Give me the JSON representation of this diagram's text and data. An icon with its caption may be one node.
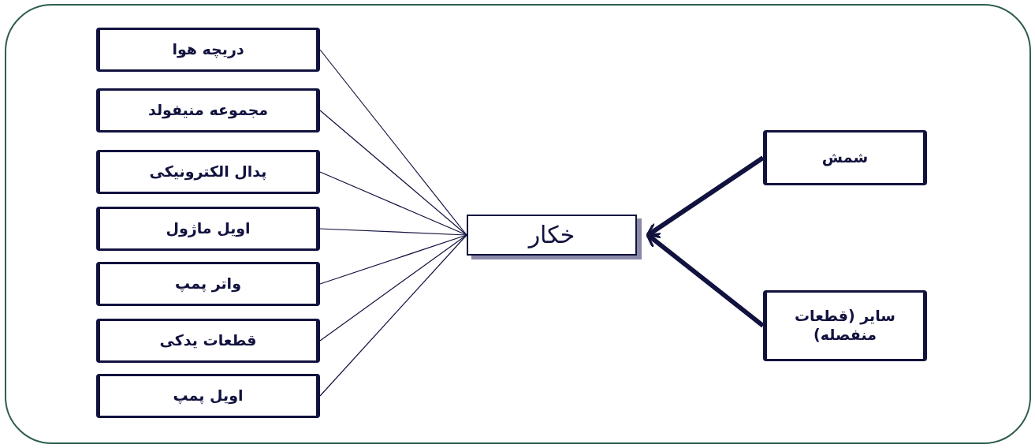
{
  "diagram": {
    "nodes": [
      {
        "text": [
          "دریچه هوا"
        ]
      },
      {
        "text": [
          "مجموعه منیفولد"
        ]
      },
      {
        "text": [
          "پدال الکترونیکی"
        ]
      },
      {
        "text": [
          "اویل ماژول"
        ]
      },
      {
        "text": [
          "واتر پمپ"
        ]
      },
      {
        "text": [
          "قطعات یدکی"
        ]
      },
      {
        "text": [
          "اویل پمپ"
        ]
      },
      {
        "text": [
          "خکار"
        ]
      },
      {
        "text": [
          "شمش"
        ]
      },
      {
        "text": [
          "سایر (قطعات منفصله)"
        ]
      }
    ],
    "edges": [
      {
        "from": 0,
        "to": 7,
        "arrow": "none"
      },
      {
        "from": 1,
        "to": 7,
        "arrow": "none"
      },
      {
        "from": 2,
        "to": 7,
        "arrow": "none"
      },
      {
        "from": 3,
        "to": 7,
        "arrow": "none"
      },
      {
        "from": 4,
        "to": 7,
        "arrow": "none"
      },
      {
        "from": 5,
        "to": 7,
        "arrow": "none"
      },
      {
        "from": 6,
        "to": 7,
        "arrow": "none"
      },
      {
        "from": 8,
        "to": 7,
        "arrow": "to",
        "style": "thick"
      },
      {
        "from": 9,
        "to": 7,
        "arrow": "to",
        "style": "thick"
      }
    ]
  }
}
